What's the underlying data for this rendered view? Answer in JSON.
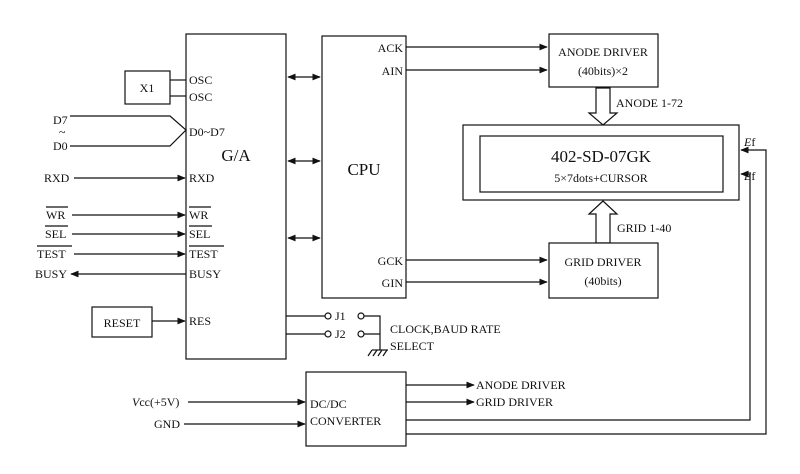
{
  "blocks": {
    "ga": "G/A",
    "cpu": "CPU",
    "x1": "X1",
    "reset": "RESET",
    "anode_driver_line1": "ANODE DRIVER",
    "anode_driver_line2": "(40bits)×2",
    "grid_driver_line1": "GRID DRIVER",
    "grid_driver_line2": "(40bits)",
    "display_line1": "402-SD-07GK",
    "display_line2": "5×7dots+CURSOR",
    "dcdc_line1": "DC/DC",
    "dcdc_line2": "CONVERTER"
  },
  "ga_pins": {
    "osc1": "OSC",
    "osc2": "OSC",
    "data": "D0~D7",
    "rxd": "RXD",
    "wr": "WR",
    "sel": "SEL",
    "test": "TEST",
    "busy": "BUSY",
    "res": "RES"
  },
  "cpu_pins": {
    "ack": "ACK",
    "ain": "AIN",
    "gck": "GCK",
    "gin": "GIN"
  },
  "signals": {
    "d7": "D7",
    "tilde": "~",
    "d0": "D0",
    "rxd": "RXD",
    "wr": "WR",
    "sel": "SEL",
    "test": "TEST",
    "busy": "BUSY",
    "vcc_v": "V",
    "vcc_rest": "cc(+5V)",
    "gnd": "GND",
    "anode_bus": "ANODE 1-72",
    "grid_bus": "GRID 1-40",
    "ef1_e": "E",
    "ef1_f": "f",
    "ef2_e": "E",
    "ef2_f": "f",
    "out_anode": "ANODE DRIVER",
    "out_grid": "GRID DRIVER"
  },
  "jumpers": {
    "j1": "J1",
    "j2": "J2",
    "desc_line1": "CLOCK,BAUD RATE",
    "desc_line2": "SELECT"
  }
}
